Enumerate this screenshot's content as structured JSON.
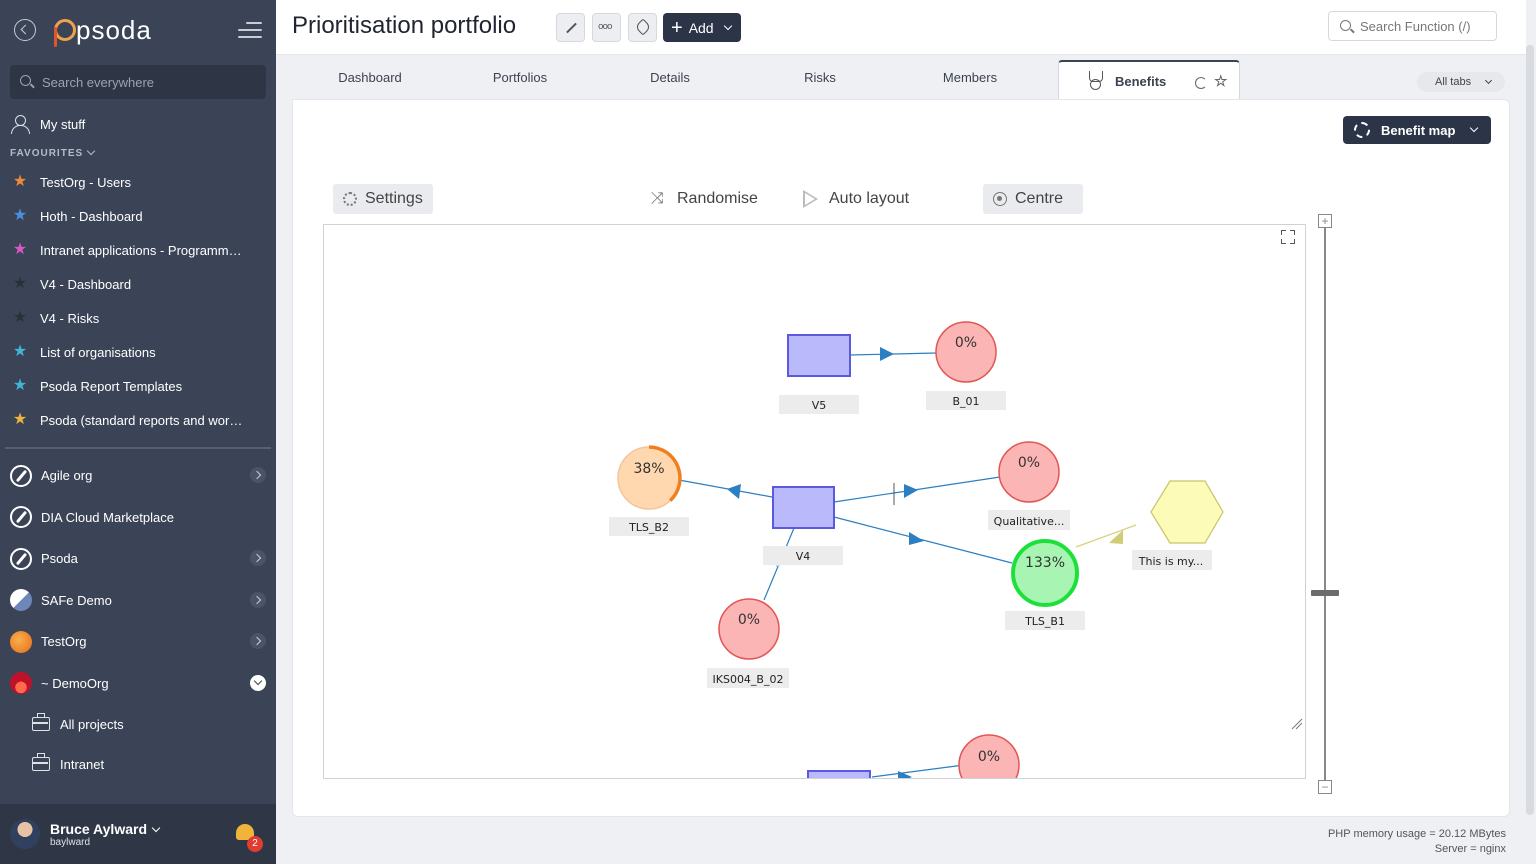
{
  "sidebar": {
    "logo_text": "psoda",
    "search_placeholder": "Search everywhere",
    "my_stuff": "My stuff",
    "favourites_heading": "FAVOURITES",
    "favourites": [
      {
        "label": "TestOrg - Users",
        "color": "#f08a3a"
      },
      {
        "label": "Hoth - Dashboard",
        "color": "#4a90e2"
      },
      {
        "label": "Intranet applications - Programme...",
        "color": "#d957c9"
      },
      {
        "label": "V4 - Dashboard",
        "color": "#2a2f3a"
      },
      {
        "label": "V4 - Risks",
        "color": "#2a2f3a"
      },
      {
        "label": "List of organisations",
        "color": "#3fb6d9"
      },
      {
        "label": "Psoda Report Templates",
        "color": "#3fb6d9"
      },
      {
        "label": "Psoda (standard reports and work...",
        "color": "#f0b43a"
      }
    ],
    "orgs": [
      {
        "label": "Agile org",
        "expand": true
      },
      {
        "label": "DIA Cloud Marketplace",
        "expand": false
      },
      {
        "label": "Psoda",
        "expand": true
      },
      {
        "label": "SAFe Demo",
        "expand": true
      },
      {
        "label": "TestOrg",
        "expand": true
      },
      {
        "label": "~ DemoOrg",
        "expand": true,
        "open": true
      }
    ],
    "sub_items": [
      "All projects",
      "Intranet"
    ],
    "user": {
      "name": "Bruce Aylward",
      "login": "baylward",
      "notifications": "2"
    }
  },
  "header": {
    "title": "Prioritisation portfolio",
    "add_label": "Add",
    "search_placeholder": "Search Function (/)"
  },
  "tabs": {
    "items": [
      "Dashboard",
      "Portfolios",
      "Details",
      "Risks",
      "Members",
      "Benefits"
    ],
    "active": "Benefits",
    "all_tabs": "All tabs"
  },
  "benefit_map": {
    "view_button": "Benefit map",
    "toolbar": {
      "settings": "Settings",
      "randomise": "Randomise",
      "auto_layout": "Auto layout",
      "centre": "Centre"
    },
    "nodes": {
      "v5": "V5",
      "b01_pct": "0%",
      "b01": "B_01",
      "tls_b2_pct": "38%",
      "tls_b2": "TLS_B2",
      "v4": "V4",
      "qual_pct": "0%",
      "qual": "Qualitative...",
      "hex_label": "This is my...",
      "tls_b1_pct": "133%",
      "tls_b1": "TLS_B1",
      "iks_pct": "0%",
      "iks": "IKS004_B_02",
      "bottom_pct": "0%"
    },
    "progress": {
      "tls_b2": 0.38,
      "tls_b1": 1.33
    },
    "colors": {
      "project": "#b9b9fb",
      "benefit_zero": "#fbb5b5",
      "benefit_partial": "#ffd8b0",
      "benefit_done": "#a8f5b3",
      "objective": "#fdfbb8",
      "edge": "#2b7fc2"
    }
  },
  "footer": {
    "memory": "PHP memory usage = 20.12 MBytes",
    "server": "Server = nginx"
  }
}
